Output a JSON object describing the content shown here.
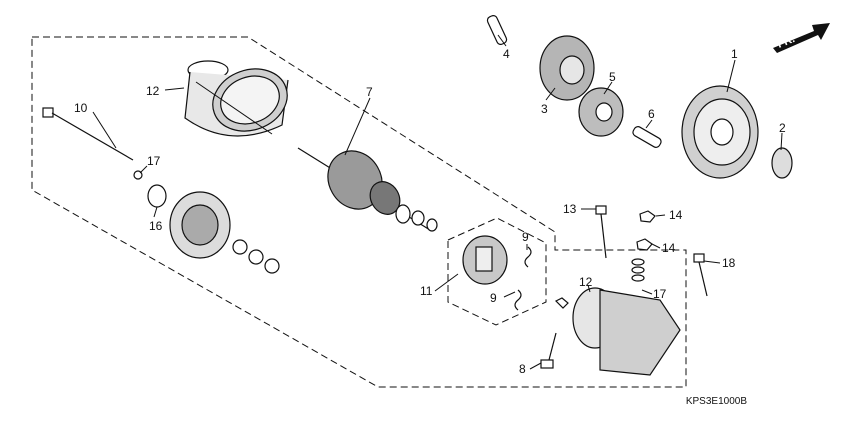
{
  "orientation": {
    "label": "FR."
  },
  "figure_code": "KPS3E1000B",
  "callouts": [
    {
      "id": "c1",
      "number": "1"
    },
    {
      "id": "c2",
      "number": "2"
    },
    {
      "id": "c3",
      "number": "3"
    },
    {
      "id": "c4",
      "number": "4"
    },
    {
      "id": "c5",
      "number": "5"
    },
    {
      "id": "c6",
      "number": "6"
    },
    {
      "id": "c7",
      "number": "7"
    },
    {
      "id": "c8",
      "number": "8"
    },
    {
      "id": "c9a",
      "number": "9"
    },
    {
      "id": "c9b",
      "number": "9"
    },
    {
      "id": "c10",
      "number": "10"
    },
    {
      "id": "c11",
      "number": "11"
    },
    {
      "id": "c12a",
      "number": "12"
    },
    {
      "id": "c12b",
      "number": "12"
    },
    {
      "id": "c13",
      "number": "13"
    },
    {
      "id": "c14a",
      "number": "14"
    },
    {
      "id": "c14b",
      "number": "14"
    },
    {
      "id": "c16",
      "number": "16"
    },
    {
      "id": "c17a",
      "number": "17"
    },
    {
      "id": "c17b",
      "number": "17"
    },
    {
      "id": "c18",
      "number": "18"
    }
  ]
}
